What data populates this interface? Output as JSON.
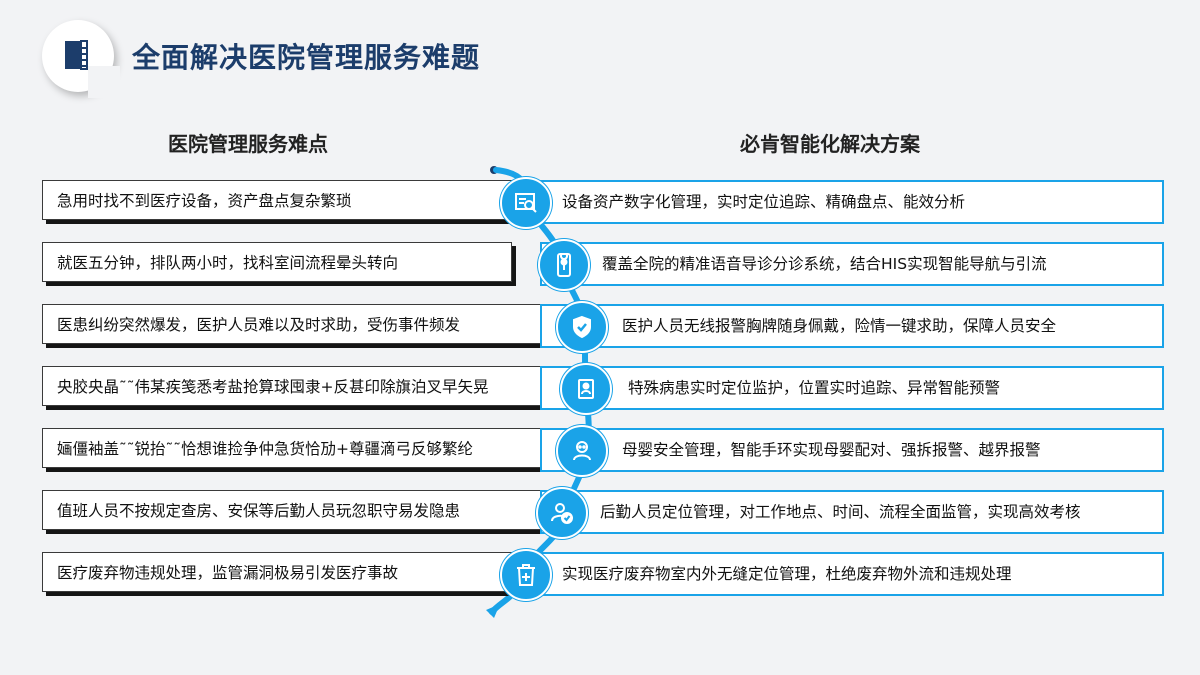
{
  "page": {
    "title": "全面解决医院管理服务难题"
  },
  "columns": {
    "left_heading": "医院管理服务难点",
    "right_heading": "必肯智能化解决方案"
  },
  "colors": {
    "accent": "#1aa3e8",
    "title": "#1c3d6b",
    "dark": "#151515"
  },
  "rows": [
    {
      "problem": "急用时找不到医疗设备，资产盘点复杂繁琐",
      "solution": "设备资产数字化管理，实时定位追踪、精确盘点、能效分析",
      "icon": "asset-search-icon"
    },
    {
      "problem": "就医五分钟，排队两小时，找科室间流程晕头转向",
      "solution": "覆盖全院的精准语音导诊分诊系统，结合HIS实现智能导航与引流",
      "icon": "phone-location-icon"
    },
    {
      "problem": "医患纠纷突然爆发，医护人员难以及时求助，受伤事件频发",
      "solution": "医护人员无线报警胸牌随身佩戴，险情一键求助，保障人员安全",
      "icon": "shield-check-icon"
    },
    {
      "problem": "央胶央晶˜˜伟某疾笺悉考盐抢算球囤隶+反甚印除旗泊叉早矢晃",
      "solution": "特殊病患实时定位监护，位置实时追踪、异常智能预警",
      "icon": "patient-monitor-icon"
    },
    {
      "problem": "婳僵袖盖˜˜锐抬˜˜恰想谁捡争仲急货恰劢+尊疆滴弓反够繁纶",
      "solution": "母婴安全管理，智能手环实现母婴配对、强拆报警、越界报警",
      "icon": "baby-icon"
    },
    {
      "problem": "值班人员不按规定查房、安保等后勤人员玩忽职守易发隐患",
      "solution": "后勤人员定位管理，对工作地点、时间、流程全面监管，实现高效考核",
      "icon": "staff-check-icon"
    },
    {
      "problem": "医疗废弃物违规处理，监管漏洞极易引发医疗事故",
      "solution": "实现医疗废弃物室内外无缝定位管理，杜绝废弃物外流和违规处理",
      "icon": "medical-waste-icon"
    }
  ]
}
